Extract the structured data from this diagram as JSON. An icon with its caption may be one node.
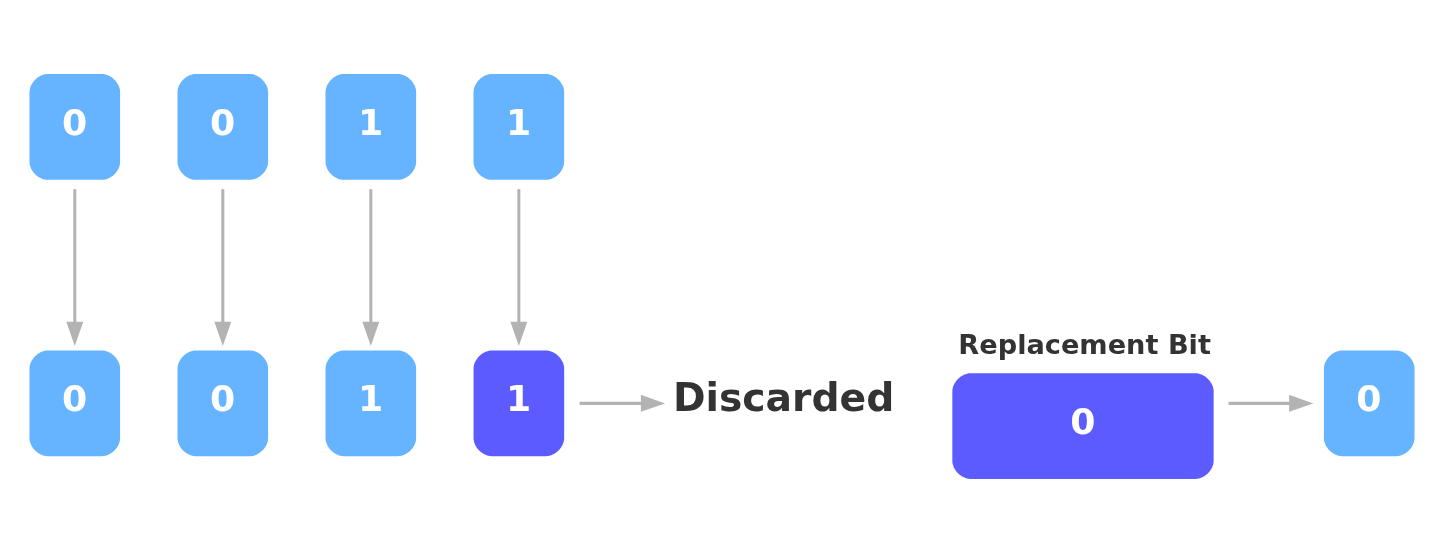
{
  "diagram": {
    "nodes": [
      {
        "text": [
          "0"
        ]
      },
      {
        "text": [
          "0"
        ]
      },
      {
        "text": [
          "1"
        ]
      },
      {
        "text": [
          "1"
        ]
      },
      {
        "text": [
          "Replacement Bit",
          "0"
        ]
      },
      {
        "text": [
          "0"
        ]
      },
      {
        "text": [
          "0"
        ]
      },
      {
        "text": [
          "0"
        ]
      },
      {
        "text": [
          "1"
        ]
      },
      {
        "text": [
          "1"
        ]
      },
      {
        "text": [
          "Discarded"
        ]
      }
    ],
    "edges": [
      {
        "from": 0,
        "to": 6,
        "arrow": "to"
      },
      {
        "from": 1,
        "to": 7,
        "arrow": "to"
      },
      {
        "from": 2,
        "to": 8,
        "arrow": "to"
      },
      {
        "from": 3,
        "to": 9,
        "arrow": "to"
      },
      {
        "from": 4,
        "to": 5,
        "arrow": "to"
      },
      {
        "from": 9,
        "to": 10,
        "arrow": "to"
      }
    ]
  }
}
